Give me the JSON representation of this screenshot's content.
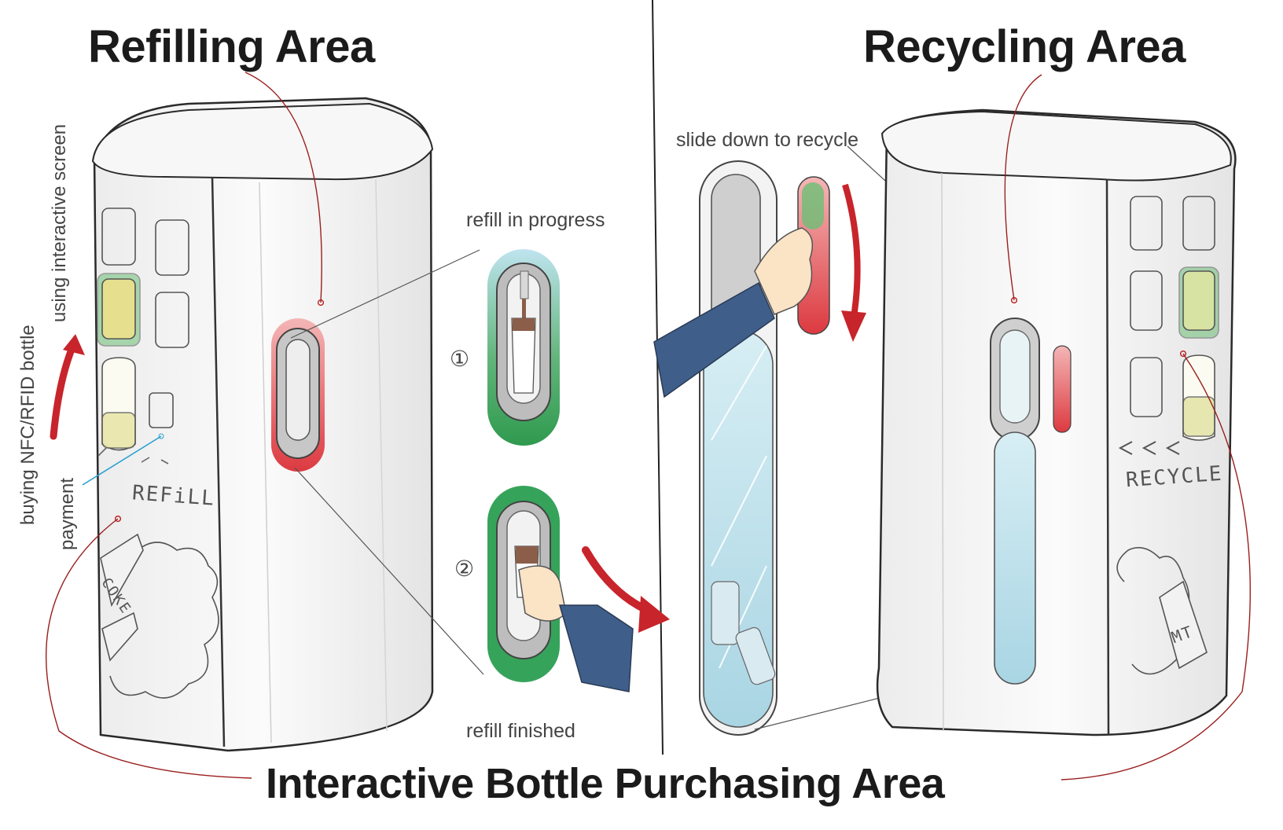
{
  "titles": {
    "refilling": "Refilling Area",
    "recycling": "Recycling Area",
    "purchasing": "Interactive Bottle Purchasing Area"
  },
  "annotations": {
    "refill_in_progress": "refill in progress",
    "refill_finished": "refill finished",
    "slide_down": "slide down to recycle",
    "using_screen": "using interactive screen",
    "buying_bottle": "buying NFC/RFID bottle",
    "payment": "payment",
    "step_1": "①",
    "step_2": "②"
  },
  "machine_labels": {
    "refill": "REFiLL",
    "recycle": "RECYCLE",
    "coke": "COKE",
    "mt": "MT"
  },
  "colors": {
    "accent_red": "#d9373c",
    "accent_green": "#2f9a4e",
    "water_blue": "#bfe0ea",
    "sleeve_navy": "#3f5f8a",
    "skin": "#fbe3c6",
    "bottle_yellow": "#dcdc8a"
  }
}
